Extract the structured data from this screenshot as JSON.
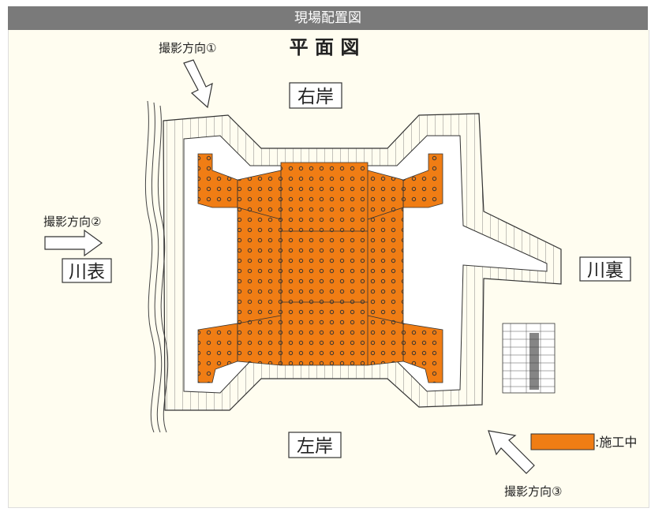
{
  "header": {
    "title": "現場配置図"
  },
  "plan": {
    "title": "平 面 図",
    "right_bank": "右岸",
    "left_bank": "左岸",
    "river_front": "川表",
    "river_back": "川裏",
    "shot_dir_1": "撮影方向①",
    "shot_dir_2": "撮影方向②",
    "shot_dir_3": "撮影方向③",
    "legend_label": ":施工中"
  },
  "colors": {
    "in_progress": "#f07d14",
    "header_bg": "#7a7a7a",
    "canvas_bg": "#fffdf0"
  },
  "icons": [
    "arrow-icon"
  ]
}
